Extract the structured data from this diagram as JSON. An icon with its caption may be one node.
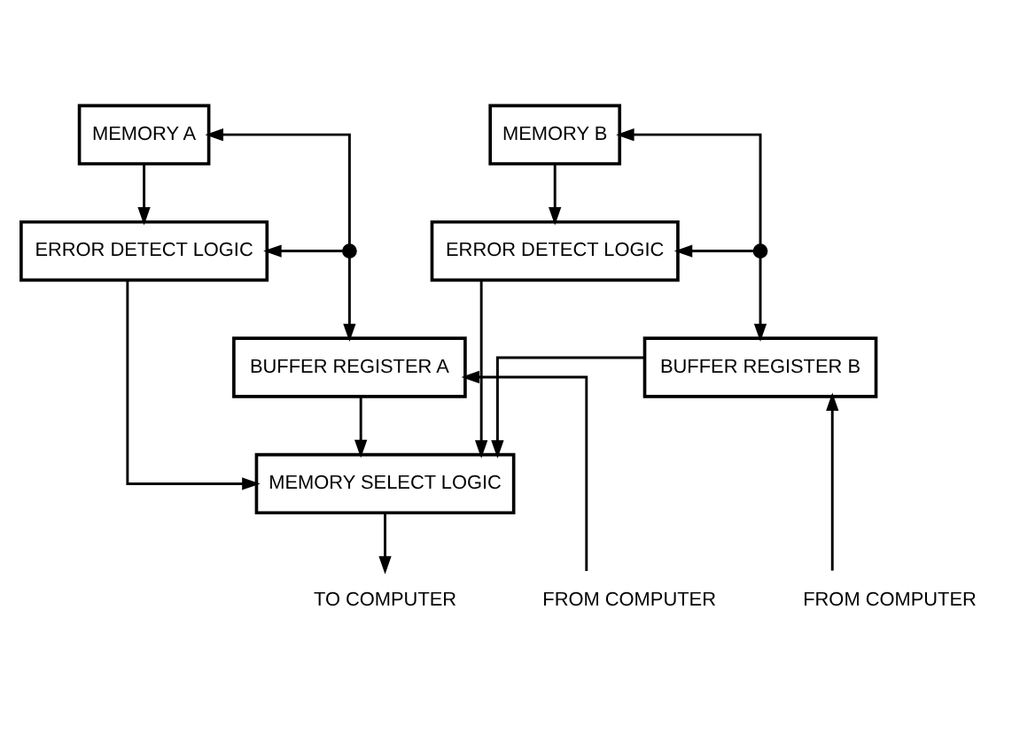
{
  "diagram": {
    "nodes": [
      {
        "text": [
          "MEMORY A"
        ]
      },
      {
        "text": [
          "MEMORY B"
        ]
      },
      {
        "text": [],
        "shape": "dot"
      },
      {
        "text": [
          "ERROR DETECT LOGIC"
        ]
      },
      {
        "text": [
          "ERROR DETECT LOGIC"
        ]
      },
      {
        "text": [],
        "shape": "dot"
      },
      {
        "text": [
          "BUFFER REGISTER A"
        ]
      },
      {
        "text": [
          "MEMORY SELECT LOGIC"
        ]
      },
      {
        "text": [
          "BUFFER REGISTER B"
        ]
      },
      {
        "text": [
          "FROM COMPUTER"
        ]
      },
      {
        "text": [
          "TO COMPUTER"
        ]
      },
      {
        "text": [
          "FROM COMPUTER"
        ]
      }
    ],
    "edges": [
      {
        "from": 0,
        "to": 3,
        "arrow": "to"
      },
      {
        "from": 1,
        "to": 4,
        "arrow": "to"
      },
      {
        "from": 2,
        "to": 0,
        "arrow": "to"
      },
      {
        "from": 2,
        "to": 3,
        "arrow": "to"
      },
      {
        "from": 2,
        "to": 6,
        "arrow": "to"
      },
      {
        "from": 5,
        "to": 1,
        "arrow": "to"
      },
      {
        "from": 5,
        "to": 4,
        "arrow": "to"
      },
      {
        "from": 5,
        "to": 8,
        "arrow": "to"
      },
      {
        "from": 3,
        "to": 7,
        "arrow": "to"
      },
      {
        "from": 4,
        "to": 7,
        "arrow": "to"
      },
      {
        "from": 6,
        "to": 7,
        "arrow": "to"
      },
      {
        "from": 8,
        "to": 7,
        "arrow": "to"
      },
      {
        "from": 7,
        "to": 10,
        "arrow": "to"
      },
      {
        "from": 9,
        "to": 6,
        "arrow": "to"
      },
      {
        "from": 11,
        "to": 8,
        "arrow": "to"
      }
    ]
  }
}
